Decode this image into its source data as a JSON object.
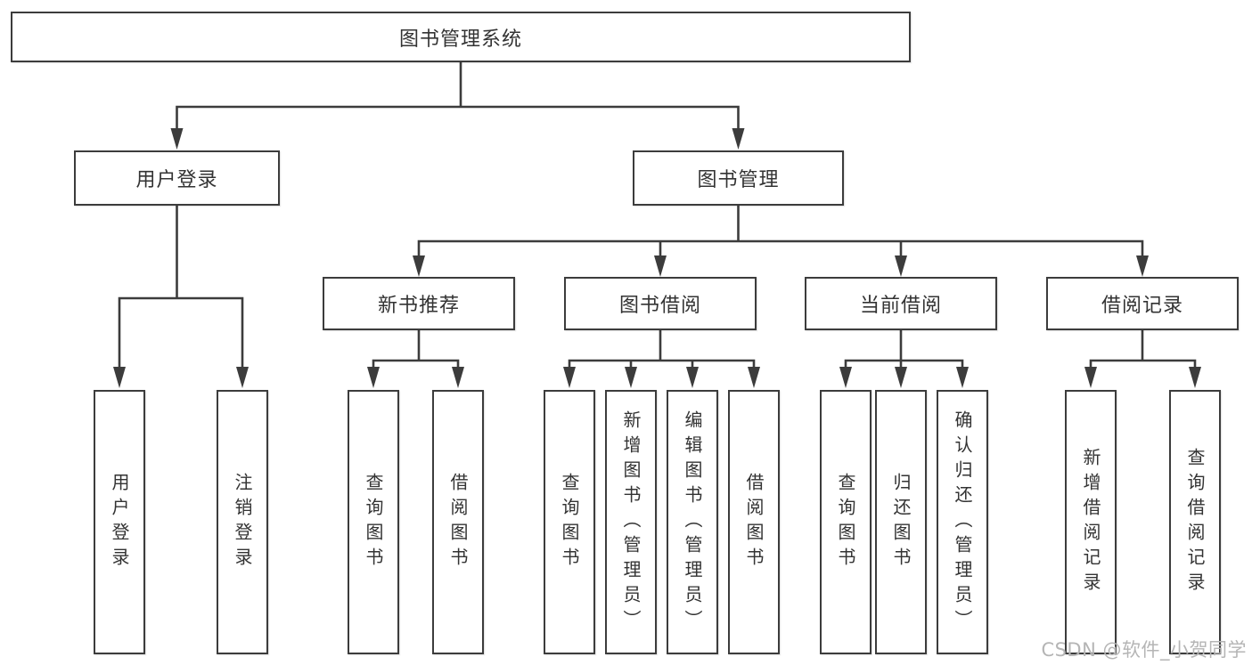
{
  "diagram_title": "图书管理系统",
  "tree": {
    "label": "图书管理系统",
    "children": [
      {
        "label": "用户登录",
        "children": [
          {
            "label": "用户登录"
          },
          {
            "label": "注销登录"
          }
        ]
      },
      {
        "label": "图书管理",
        "children": [
          {
            "label": "新书推荐",
            "children": [
              {
                "label": "查询图书"
              },
              {
                "label": "借阅图书"
              }
            ]
          },
          {
            "label": "图书借阅",
            "children": [
              {
                "label": "查询图书"
              },
              {
                "label": "新增图书（管理员）"
              },
              {
                "label": "编辑图书（管理员）"
              },
              {
                "label": "借阅图书"
              }
            ]
          },
          {
            "label": "当前借阅",
            "children": [
              {
                "label": "查询图书"
              },
              {
                "label": "归还图书"
              },
              {
                "label": "确认归还（管理员）"
              }
            ]
          },
          {
            "label": "借阅记录",
            "children": [
              {
                "label": "新增借阅记录"
              },
              {
                "label": "查询借阅记录"
              }
            ]
          }
        ]
      }
    ]
  },
  "watermark": {
    "text": "CSDN @软件_小贺同学"
  },
  "colors": {
    "line": "#3c3c3c",
    "text": "#333333",
    "box_background": "#ffffff",
    "watermark": "#b5b5b5",
    "page_background": "#ffffff"
  }
}
